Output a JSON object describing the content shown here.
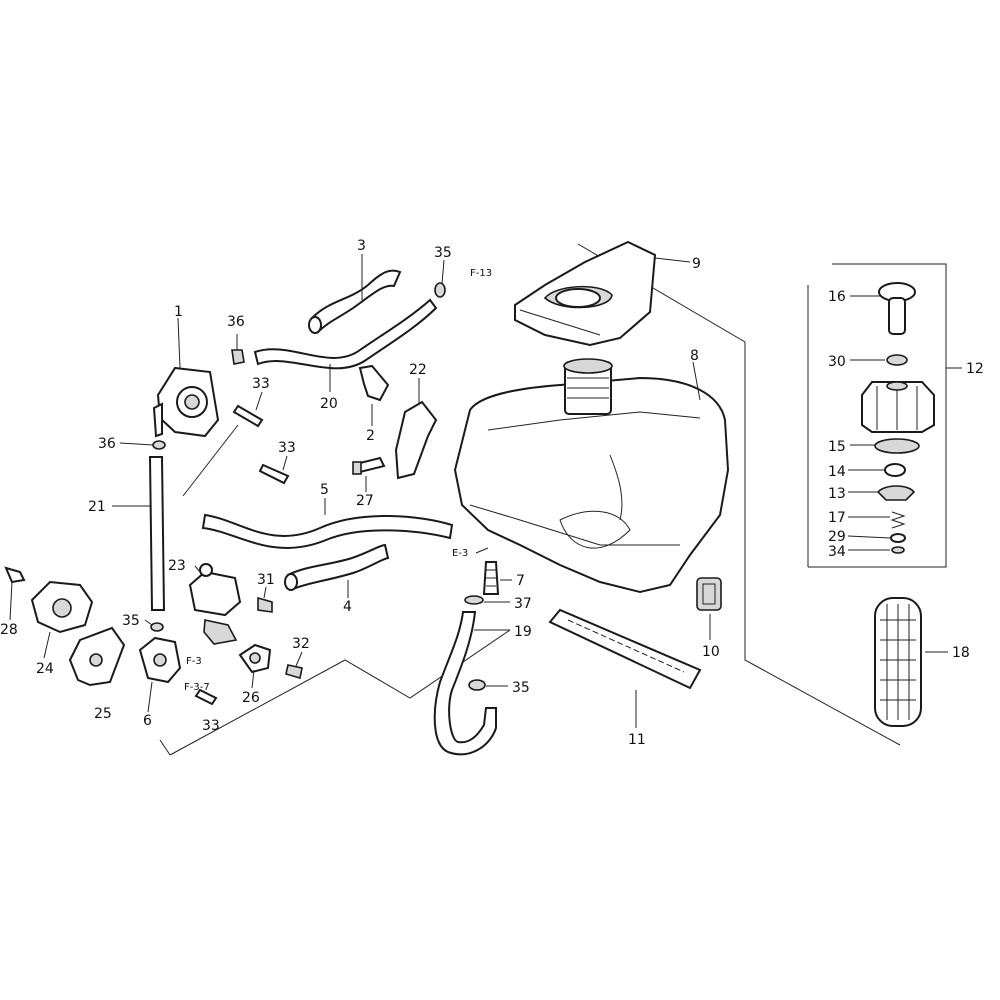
{
  "diagram": {
    "labels": {
      "p1": "1",
      "p2": "2",
      "p3": "3",
      "p4": "4",
      "p5": "5",
      "p6": "6",
      "p7": "7",
      "p8": "8",
      "p9": "9",
      "p10": "10",
      "p11": "11",
      "p12": "12",
      "p13": "13",
      "p14": "14",
      "p15": "15",
      "p16": "16",
      "p17": "17",
      "p18": "18",
      "p19": "19",
      "p20": "20",
      "p21": "21",
      "p22": "22",
      "p23": "23",
      "p24": "24",
      "p25": "25",
      "p26": "26",
      "p27": "27",
      "p28": "28",
      "p29": "29",
      "p30": "30",
      "p31": "31",
      "p32": "32",
      "p33": "33",
      "p34": "34",
      "p35": "35",
      "p36": "36",
      "p37": "37"
    },
    "refs": {
      "f13": "F-13",
      "e3": "E-3",
      "f3": "F-3",
      "f37": "F-3-7"
    }
  }
}
